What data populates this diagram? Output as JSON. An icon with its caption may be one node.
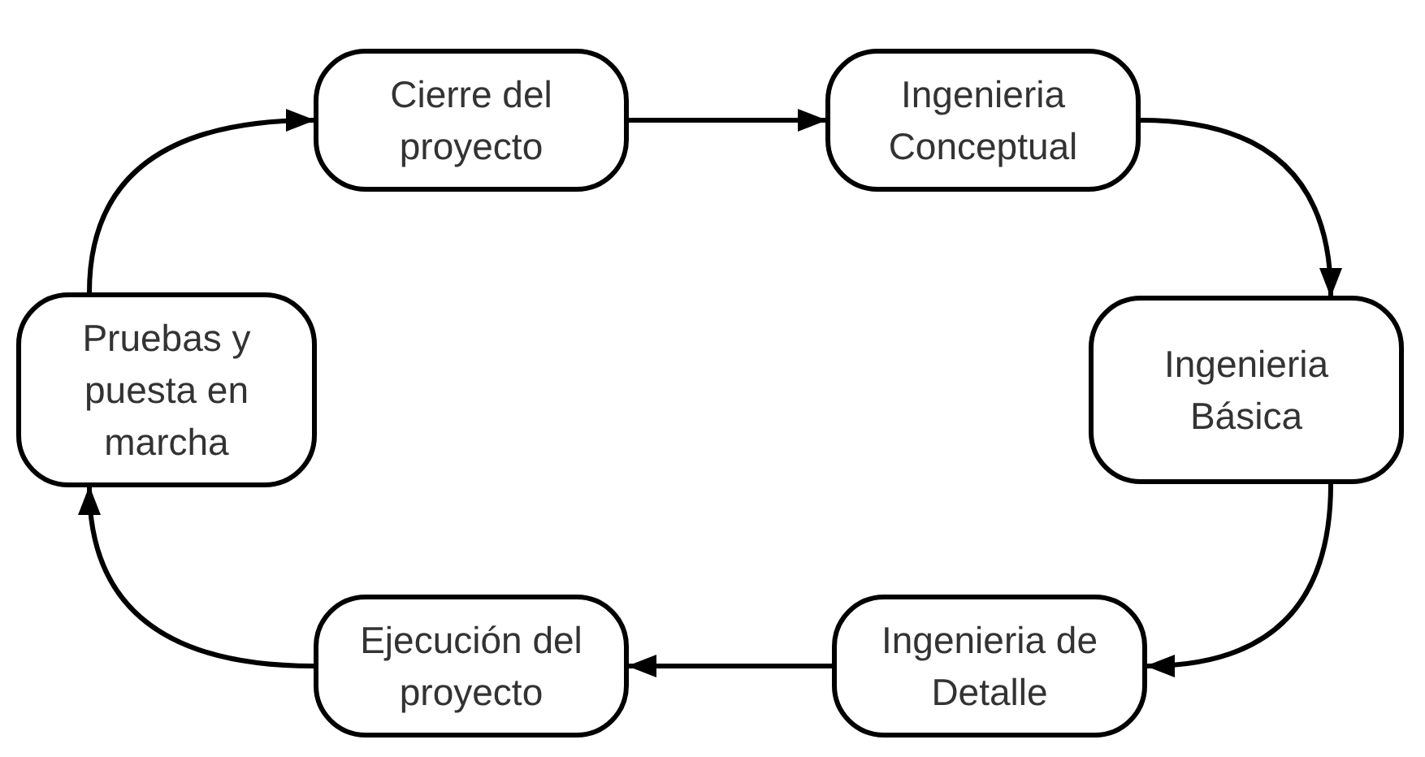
{
  "diagram": {
    "nodes": [
      {
        "text": [
          "Cierre del proyecto"
        ]
      },
      {
        "text": [
          "Ingenieria Conceptual"
        ]
      },
      {
        "text": [
          "Pruebas y puesta en marcha"
        ]
      },
      {
        "text": [
          "Ingenieria Básica"
        ]
      },
      {
        "text": [
          "Ejecución del proyecto"
        ]
      },
      {
        "text": [
          "Ingenieria de Detalle"
        ]
      }
    ],
    "edges": [
      {
        "from": 0,
        "to": 1,
        "arrow": "to"
      },
      {
        "from": 1,
        "to": 3,
        "arrow": "to"
      },
      {
        "from": 3,
        "to": 5,
        "arrow": "to"
      },
      {
        "from": 5,
        "to": 4,
        "arrow": "to"
      },
      {
        "from": 4,
        "to": 2,
        "arrow": "to"
      },
      {
        "from": 2,
        "to": 0,
        "arrow": "to"
      }
    ]
  }
}
